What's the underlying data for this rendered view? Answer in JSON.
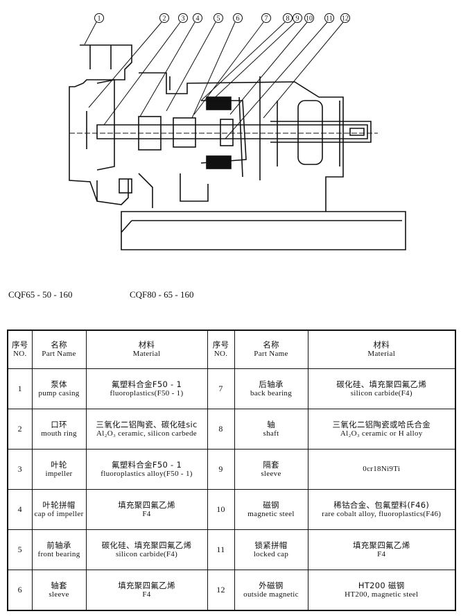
{
  "callouts": [
    "1",
    "2",
    "3",
    "4",
    "5",
    "6",
    "7",
    "8",
    "9",
    "10",
    "11",
    "12"
  ],
  "captions": [
    "CQF65 - 50 - 160",
    "CQF80 - 65 - 160"
  ],
  "table": {
    "headers": {
      "no": [
        "序号",
        "NO."
      ],
      "name": [
        "名称",
        "Part Name"
      ],
      "material": [
        "材料",
        "Material"
      ]
    },
    "parts": [
      {
        "no": "1",
        "zh": "泵体",
        "en": "pump casing",
        "mat_zh": "氟塑料合金F50 - 1",
        "mat_en": "fluoroplastics(F50 - 1)"
      },
      {
        "no": "2",
        "zh": "口环",
        "en": "mouth ring",
        "mat_zh": "三氧化二铝陶瓷、碳化硅sic",
        "mat_en": "Al₂O₃ ceramic, silicon carbede"
      },
      {
        "no": "3",
        "zh": "叶轮",
        "en": "impeller",
        "mat_zh": "氟塑料合金F50 - 1",
        "mat_en": "fluoroplastics alloy(F50 - 1)"
      },
      {
        "no": "4",
        "zh": "叶轮拼帽",
        "en": "cap of impeller",
        "mat_zh": "填充聚四氟乙烯",
        "mat_en": "F4"
      },
      {
        "no": "5",
        "zh": "前轴承",
        "en": "front bearing",
        "mat_zh": "碳化硅、填充聚四氟乙烯",
        "mat_en": "silicon carbide(F4)"
      },
      {
        "no": "6",
        "zh": "轴套",
        "en": "sleeve",
        "mat_zh": "填充聚四氟乙烯",
        "mat_en": "F4"
      },
      {
        "no": "7",
        "zh": "后轴承",
        "en": "back bearing",
        "mat_zh": "碳化硅、填充聚四氟乙烯",
        "mat_en": "silicon carbide(F4)"
      },
      {
        "no": "8",
        "zh": "轴",
        "en": "shaft",
        "mat_zh": "三氧化二铝陶瓷或哈氏合金",
        "mat_en": "Al₂O₃ ceramic or H alloy"
      },
      {
        "no": "9",
        "zh": "隔套",
        "en": "sleeve",
        "mat_zh": "",
        "mat_en": "0cr18Ni9Ti"
      },
      {
        "no": "10",
        "zh": "磁钢",
        "en": "magnetic steel",
        "mat_zh": "稀钴合金、包氟塑料(F46)",
        "mat_en": "rare cobalt alloy, fluoroplastics(F46)"
      },
      {
        "no": "11",
        "zh": "锁紧拼帽",
        "en": "locked cap",
        "mat_zh": "填充聚四氟乙烯",
        "mat_en": "F4"
      },
      {
        "no": "12",
        "zh": "外磁钢",
        "en": "outside magnetic",
        "mat_zh": "HT200 磁钢",
        "mat_en": "HT200, magnetic steel"
      }
    ]
  }
}
